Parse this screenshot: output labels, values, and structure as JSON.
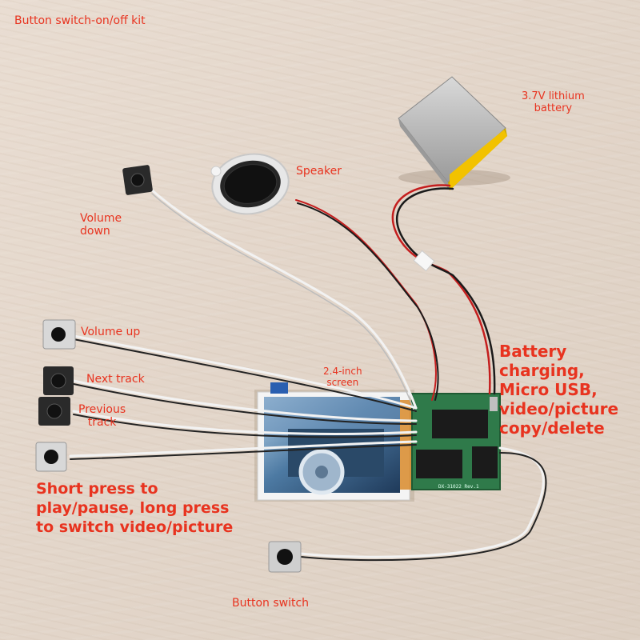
{
  "labels": {
    "title": "Button switch-on/off kit",
    "battery": [
      "3.7V lithium",
      "battery"
    ],
    "speaker": "Speaker",
    "volume_down": [
      "Volume",
      "down"
    ],
    "volume_up": "Volume up",
    "next_track": "Next track",
    "previous_track": [
      "Previous",
      "track"
    ],
    "screen": [
      "2.4-inch",
      "screen"
    ],
    "board_features": [
      "Battery",
      "charging,",
      "Micro USB,",
      "video/picture",
      "copy/delete"
    ],
    "play_button": [
      "Short press to",
      "play/pause, long press",
      "to switch video/picture"
    ],
    "button_switch": "Button switch"
  },
  "colors": {
    "label_text": "#e8331f",
    "pcb": "#2f7a4a",
    "wire_white": "#f2f2f2",
    "wire_black": "#1a1a1a",
    "wire_red": "#c41e1e",
    "battery_label": "#f2c200"
  },
  "board_print": "DX-31022 Rev.1"
}
